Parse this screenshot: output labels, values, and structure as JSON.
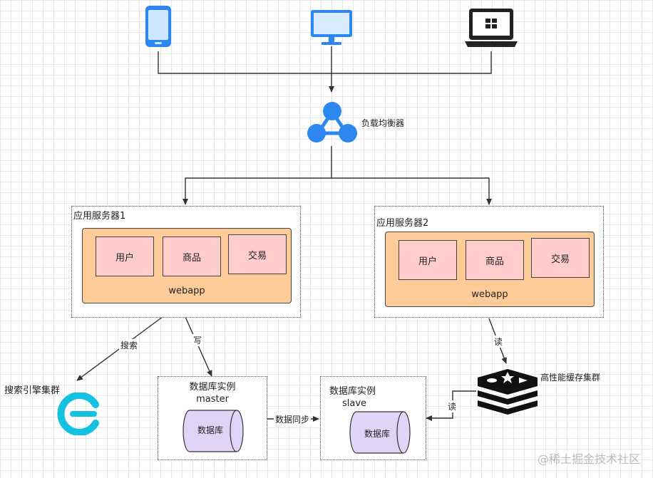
{
  "load_balancer": {
    "label": "负载均衡器"
  },
  "servers": [
    {
      "title": "应用服务器1",
      "webapp_label": "webapp",
      "modules": [
        "用户",
        "商品",
        "交易"
      ]
    },
    {
      "title": "应用服务器2",
      "webapp_label": "webapp",
      "modules": [
        "用户",
        "商品",
        "交易"
      ]
    }
  ],
  "edges": {
    "search": "搜索",
    "write": "写",
    "read_cache": "读",
    "read_db": "读",
    "sync": "数据同步"
  },
  "search_engine": {
    "label": "搜索引擎集群"
  },
  "cache": {
    "label": "高性能缓存集群"
  },
  "db_master": {
    "title": "数据库实例",
    "subtitle": "master",
    "cylinder": "数据库"
  },
  "db_slave": {
    "title": "数据库实例",
    "subtitle": "slave",
    "cylinder": "数据库"
  },
  "watermark": "@稀土掘金技术社区",
  "colors": {
    "webapp_fill": "#ffcc99",
    "module_fill": "#ffcccc",
    "cylinder_fill": "#e1d5f7",
    "icon_blue": "#2d87f0",
    "search_icon": "#13c2e0",
    "cache_icon": "#111111"
  },
  "icons": [
    "smartphone-icon",
    "desktop-monitor-icon",
    "laptop-icon",
    "load-balancer-icon",
    "search-engine-icon",
    "redis-cache-icon"
  ]
}
